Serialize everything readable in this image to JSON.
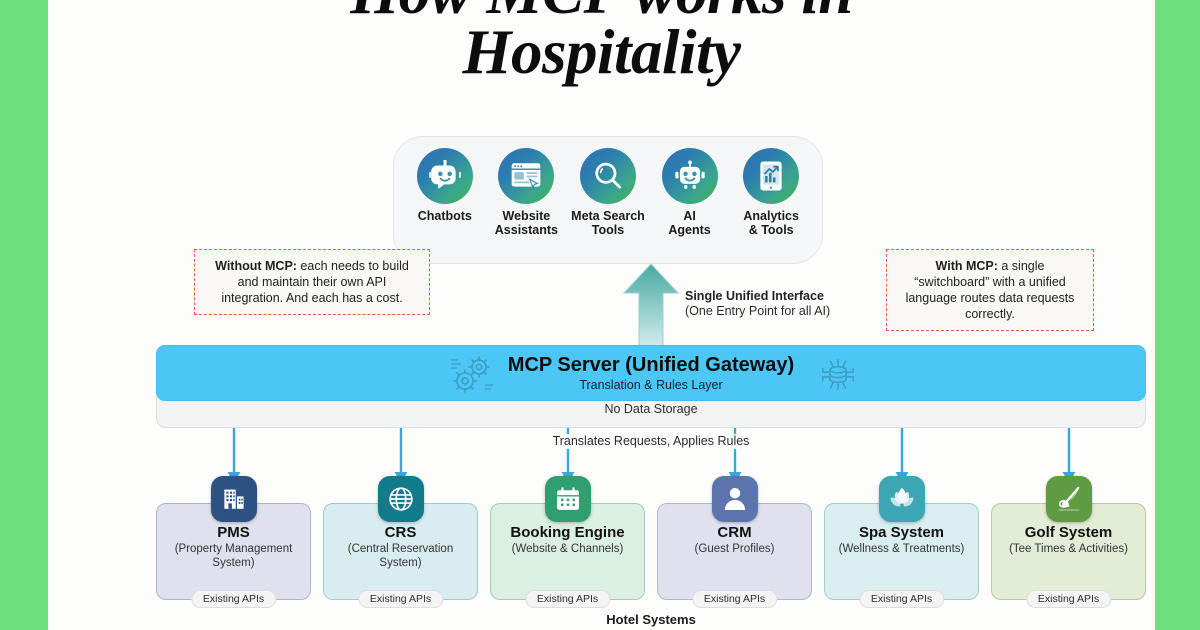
{
  "theme": {
    "rail_green": "#70df7e",
    "mcp_blue": "#4cc7f5",
    "callout_border": "#e0604a",
    "arrow_blue": "#3aa7dc",
    "arrow_teal": "#4fb3ac"
  },
  "title": "How MCP works in\nHospitality",
  "ai_panel": {
    "items": [
      {
        "label": "Chatbots",
        "icon": "chatbot-icon"
      },
      {
        "label": "Website\nAssistants",
        "icon": "website-window-icon"
      },
      {
        "label": "Meta Search\nTools",
        "icon": "magnifier-icon"
      },
      {
        "label": "AI\nAgents",
        "icon": "robot-icon"
      },
      {
        "label": "Analytics\n& Tools",
        "icon": "analytics-tablet-icon"
      }
    ]
  },
  "callouts": {
    "without_mcp": {
      "lead": "Without MCP:",
      "body": " each needs to build and maintain their own API integration. And each has a cost."
    },
    "with_mcp": {
      "lead": "With MCP:",
      "body": " a single “switchboard” with a unified language routes data requests correctly."
    }
  },
  "unified_interface": {
    "title": "Single Unified Interface",
    "subtitle": "(One Entry Point for all AI)"
  },
  "mcp_server": {
    "title": "MCP Server (Unified Gateway)",
    "subtitle": "Translation & Rules Layer",
    "no_storage": "No Data Storage",
    "left_icon": "gears-icon",
    "right_icon": "chip-icon"
  },
  "translates_note": "Translates Requests,\nApplies Rules",
  "systems_caption": "Hotel Systems",
  "api_pill_label": "Existing APIs",
  "systems": [
    {
      "name": "PMS",
      "desc": "(Property Management System)",
      "icon": "building-icon",
      "icon_bg": "#2c5282",
      "box_bg": "#dfe2ee",
      "box_border": "#a8b4cf",
      "api": "Existing APIs"
    },
    {
      "name": "CRS",
      "desc": "(Central Reservation System)",
      "icon": "globe-icon",
      "icon_bg": "#137a8c",
      "box_bg": "#d9ecf0",
      "box_border": "#9ec9d3",
      "api": "Existing APIs"
    },
    {
      "name": "Booking Engine",
      "desc": "(Website & Channels)",
      "icon": "calendar-icon",
      "icon_bg": "#2f9f6f",
      "box_bg": "#dcefe3",
      "box_border": "#9fccb3",
      "api": "Existing APIs"
    },
    {
      "name": "CRM",
      "desc": "(Guest Profiles)",
      "icon": "person-icon",
      "icon_bg": "#5b74ad",
      "box_bg": "#dfe1ef",
      "box_border": "#adb5d4",
      "api": "Existing APIs"
    },
    {
      "name": "Spa System",
      "desc": "(Wellness & Treatments)",
      "icon": "lotus-icon",
      "icon_bg": "#3da6b5",
      "box_bg": "#daeef0",
      "box_border": "#a2cdd4",
      "api": "Existing APIs"
    },
    {
      "name": "Golf System",
      "desc": "(Tee Times & Activities)",
      "icon": "golf-icon",
      "icon_bg": "#5f9b41",
      "box_bg": "#e2ecd6",
      "box_border": "#b6cb9d",
      "api": "Existing APIs"
    }
  ]
}
